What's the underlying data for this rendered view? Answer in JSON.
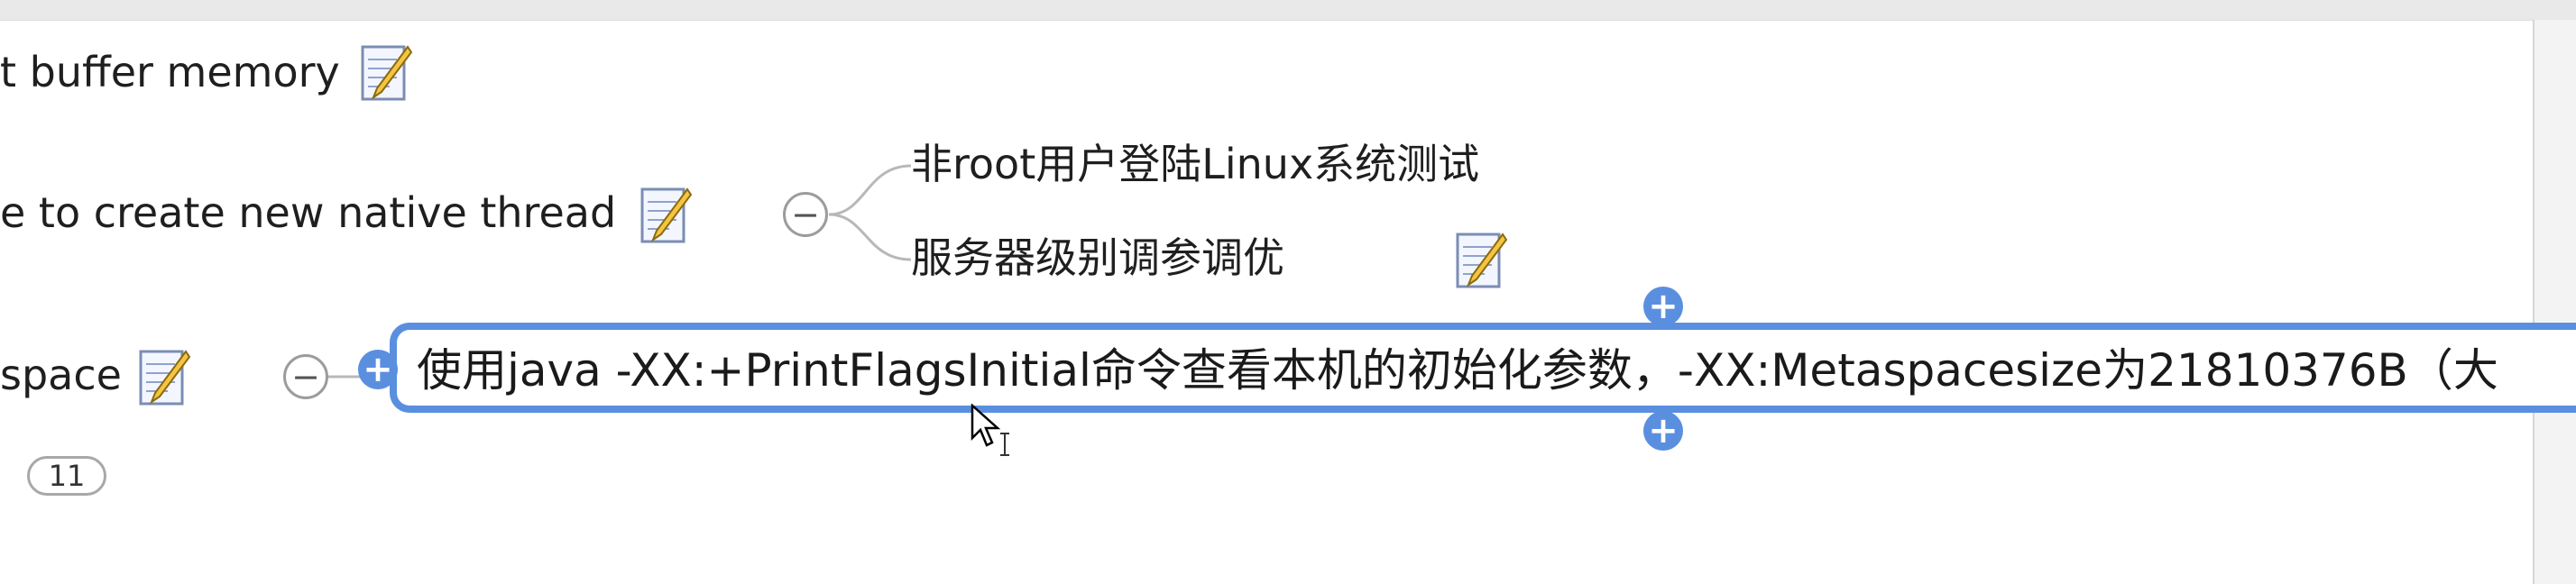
{
  "window": {
    "scrollbar_label": "vertical-scrollbar"
  },
  "topics": {
    "buffer_memory": {
      "text": "t buffer memory"
    },
    "native_thread": {
      "text": "e to create new native thread"
    },
    "metaspace": {
      "text": "space"
    },
    "child_nonroot": {
      "text": "非root用户登陆Linux系统测试"
    },
    "child_server": {
      "text": "服务器级别调参调优"
    }
  },
  "selected_topic": {
    "text": "使用java -XX:+PrintFlagsInitial命令查看本机的初始化参数，-XX:Metaspacesize为21810376B（大"
  },
  "controls": {
    "collapse_symbol": "−",
    "add_symbol": "+",
    "hidden_count": "11"
  },
  "colors": {
    "selection": "#5a8fe0",
    "connector": "#b8b8b8"
  },
  "icons": [
    "note-icon",
    "collapse-icon",
    "add-topic-icon",
    "mouse-cursor-icon",
    "text-caret-icon"
  ]
}
